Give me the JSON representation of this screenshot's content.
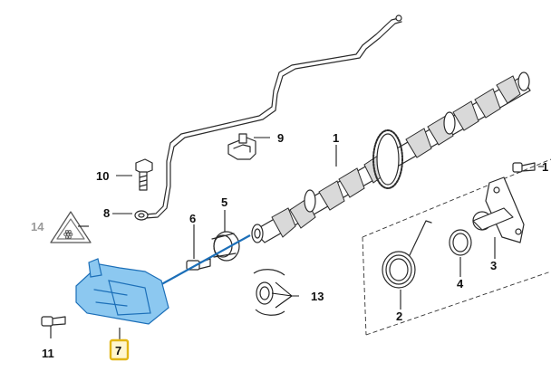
{
  "callouts": [
    {
      "id": "1",
      "label": "1"
    },
    {
      "id": "2",
      "label": "2"
    },
    {
      "id": "3",
      "label": "3"
    },
    {
      "id": "4",
      "label": "4"
    },
    {
      "id": "5",
      "label": "5"
    },
    {
      "id": "6",
      "label": "6"
    },
    {
      "id": "7",
      "label": "7",
      "highlighted": true
    },
    {
      "id": "8",
      "label": "8"
    },
    {
      "id": "9",
      "label": "9"
    },
    {
      "id": "10",
      "label": "10"
    },
    {
      "id": "11",
      "label": "11"
    },
    {
      "id": "13",
      "label": "13"
    },
    {
      "id": "14",
      "label": "14",
      "dimmed": true
    },
    {
      "id": "1b",
      "label": "1"
    }
  ],
  "colors": {
    "highlight_border": "#e2b615",
    "highlight_fill": "#fff6cf",
    "sensor_blue": "#8cc8f0",
    "sensor_line": "#1c6fb8"
  }
}
